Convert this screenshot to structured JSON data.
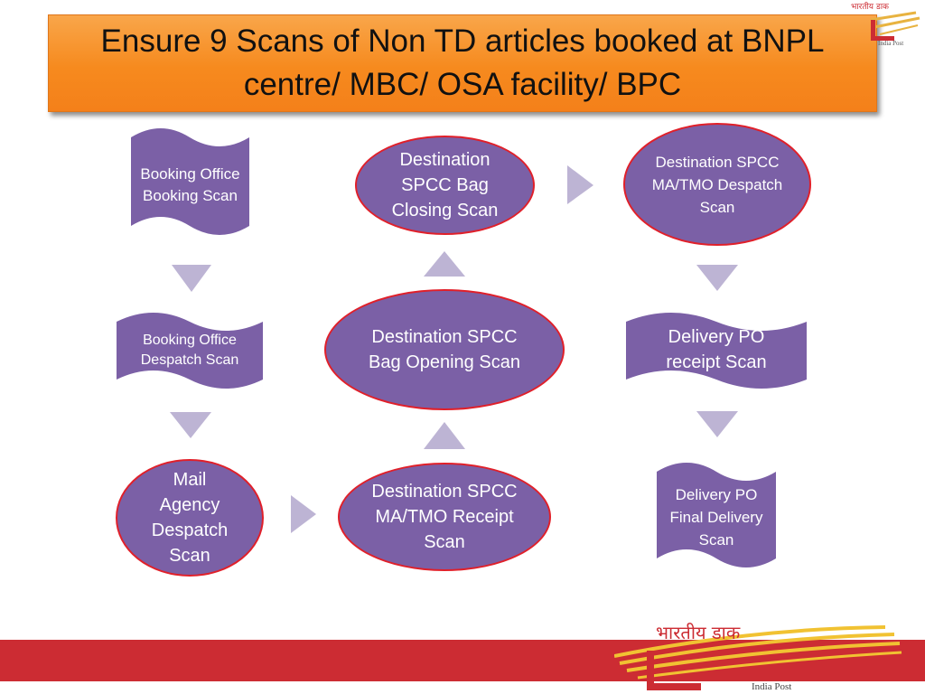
{
  "title": "Ensure 9 Scans of Non TD articles booked at BNPL centre/ MBC/ OSA facility/ BPC",
  "logo_top": {
    "hindi": "भारतीय डाक",
    "english": "India Post"
  },
  "logo_bottom": {
    "hindi": "भारतीय डाक",
    "english": "India Post"
  },
  "nodes": {
    "booking_office_booking_scan": "Booking Office Booking Scan",
    "booking_office_despatch_scan": "Booking Office Despatch Scan",
    "mail_agency_despatch_scan": "Mail Agency Despatch Scan",
    "destination_spcc_ma_tmo_receipt_scan": "Destination SPCC MA/TMO Receipt Scan",
    "destination_spcc_bag_opening_scan": "Destination SPCC Bag Opening Scan",
    "destination_spcc_bag_closing_scan": "Destination SPCC Bag Closing Scan",
    "destination_spcc_ma_tmo_despatch_scan": "Destination SPCC MA/TMO Despatch Scan",
    "delivery_po_receipt_scan": "Delivery PO receipt Scan",
    "delivery_po_final_delivery_scan": "Delivery PO Final Delivery Scan"
  },
  "colors": {
    "node_fill": "#7b60a6",
    "ellipse_border": "#e0202a",
    "arrow": "#bdb4d4",
    "title_fill": "#f68a1e",
    "footer": "#cc2c33"
  }
}
